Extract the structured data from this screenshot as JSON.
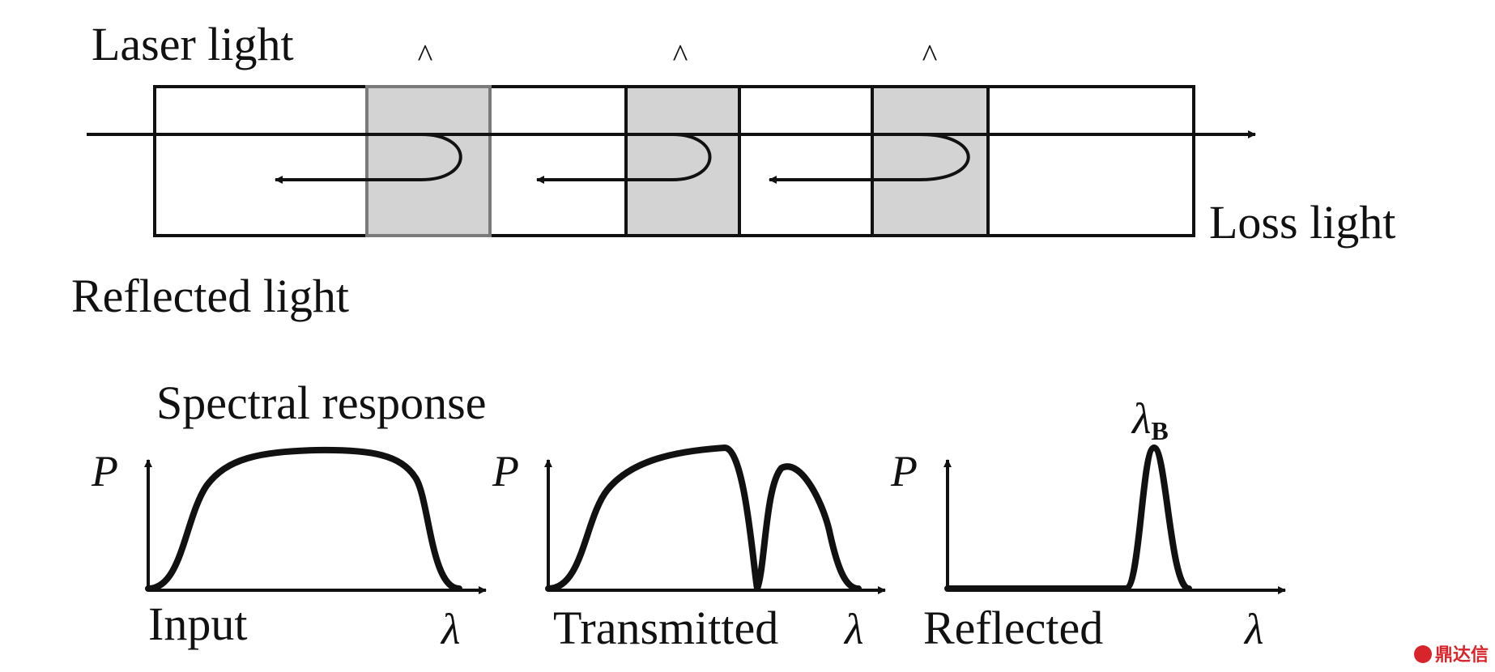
{
  "labels": {
    "laser_light": "Laser light",
    "loss_light": "Loss light",
    "reflected_light": "Reflected light",
    "spectral_response": "Spectral response"
  },
  "grating": {
    "caret_symbol": "^",
    "segment_fill": "#d3d3d3",
    "first_segment_border": "#7a7a7a"
  },
  "plots": [
    {
      "id": "input",
      "y_axis": "P",
      "x_axis": "λ",
      "caption": "Input"
    },
    {
      "id": "transmitted",
      "y_axis": "P",
      "x_axis": "λ",
      "caption": "Transmitted"
    },
    {
      "id": "reflected",
      "y_axis": "P",
      "x_axis": "λ",
      "caption": "Reflected",
      "peak_symbol": "λ",
      "peak_subscript": "B"
    }
  ],
  "watermark": {
    "icon": "logo-badge-icon",
    "text": "鼎达信",
    "color": "#d8242b"
  }
}
